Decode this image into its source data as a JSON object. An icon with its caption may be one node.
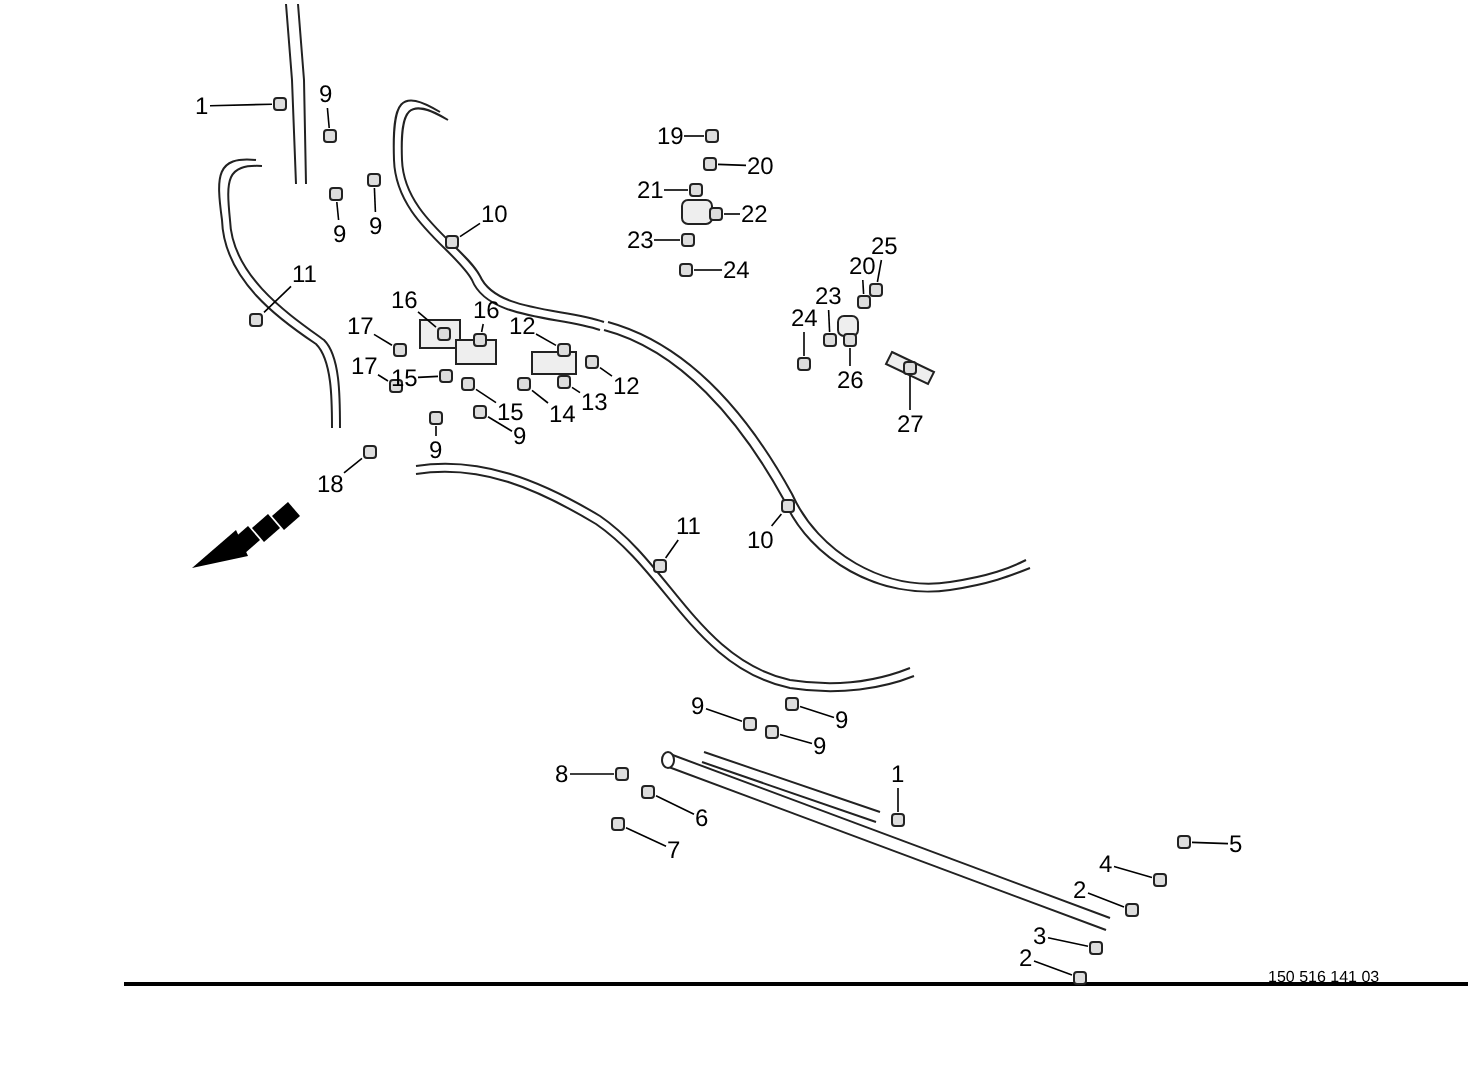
{
  "diagram": {
    "nodes": [
      {
        "text": [
          "1"
        ]
      },
      {
        "text": [
          "9"
        ]
      },
      {
        "text": [
          "9"
        ]
      },
      {
        "text": [
          "9"
        ]
      },
      {
        "text": [
          "10"
        ]
      },
      {
        "text": [
          "11"
        ]
      },
      {
        "text": [
          "16"
        ]
      },
      {
        "text": [
          "16"
        ]
      },
      {
        "text": [
          "17"
        ]
      },
      {
        "text": [
          "12"
        ]
      },
      {
        "text": [
          "12"
        ]
      },
      {
        "text": [
          "17"
        ]
      },
      {
        "text": [
          "15"
        ]
      },
      {
        "text": [
          "15"
        ]
      },
      {
        "text": [
          "14"
        ]
      },
      {
        "text": [
          "13"
        ]
      },
      {
        "text": [
          "9"
        ]
      },
      {
        "text": [
          "9"
        ]
      },
      {
        "text": [
          "18"
        ]
      },
      {
        "text": [
          "19"
        ]
      },
      {
        "text": [
          "20"
        ]
      },
      {
        "text": [
          "21"
        ]
      },
      {
        "text": [
          "22"
        ]
      },
      {
        "text": [
          "23"
        ]
      },
      {
        "text": [
          "24"
        ]
      },
      {
        "text": [
          "25"
        ]
      },
      {
        "text": [
          "20"
        ]
      },
      {
        "text": [
          "23"
        ]
      },
      {
        "text": [
          "24"
        ]
      },
      {
        "text": [
          "26"
        ]
      },
      {
        "text": [
          "27"
        ]
      },
      {
        "text": [
          "11"
        ]
      },
      {
        "text": [
          "10"
        ]
      },
      {
        "text": [
          "9"
        ]
      },
      {
        "text": [
          "9"
        ]
      },
      {
        "text": [
          "9"
        ]
      },
      {
        "text": [
          "8"
        ]
      },
      {
        "text": [
          "1"
        ]
      },
      {
        "text": [
          "6"
        ]
      },
      {
        "text": [
          "7"
        ]
      },
      {
        "text": [
          "5"
        ]
      },
      {
        "text": [
          "4"
        ]
      },
      {
        "text": [
          "2"
        ]
      },
      {
        "text": [
          "3"
        ]
      },
      {
        "text": [
          "2"
        ]
      },
      {
        "text": [],
        "shape": "box"
      },
      {
        "text": [],
        "shape": "box"
      },
      {
        "text": [],
        "shape": "box"
      },
      {
        "text": [],
        "shape": "box"
      },
      {
        "text": [],
        "shape": "box"
      },
      {
        "text": [],
        "shape": "box"
      },
      {
        "text": [],
        "shape": "box"
      },
      {
        "text": [],
        "shape": "box"
      },
      {
        "text": [],
        "shape": "box"
      },
      {
        "text": [],
        "shape": "box"
      },
      {
        "text": [],
        "shape": "box"
      },
      {
        "text": [],
        "shape": "box"
      },
      {
        "text": [],
        "shape": "box"
      },
      {
        "text": [],
        "shape": "box"
      },
      {
        "text": [],
        "shape": "box"
      },
      {
        "text": [],
        "shape": "box"
      },
      {
        "text": [],
        "shape": "box"
      },
      {
        "text": [],
        "shape": "box"
      },
      {
        "text": [],
        "shape": "box"
      },
      {
        "text": [],
        "shape": "box"
      },
      {
        "text": [],
        "shape": "box"
      },
      {
        "text": [],
        "shape": "box"
      },
      {
        "text": [],
        "shape": "box"
      },
      {
        "text": [],
        "shape": "box"
      },
      {
        "text": [],
        "shape": "box"
      },
      {
        "text": [],
        "shape": "box"
      },
      {
        "text": [],
        "shape": "box"
      },
      {
        "text": [],
        "shape": "box"
      },
      {
        "text": [],
        "shape": "box"
      },
      {
        "text": [],
        "shape": "box"
      },
      {
        "text": [],
        "shape": "box"
      },
      {
        "text": [],
        "shape": "box"
      },
      {
        "text": [],
        "shape": "box"
      },
      {
        "text": [],
        "shape": "box"
      },
      {
        "text": [],
        "shape": "box"
      },
      {
        "text": [],
        "shape": "box"
      },
      {
        "text": [],
        "shape": "box"
      },
      {
        "text": [],
        "shape": "box"
      },
      {
        "text": [],
        "shape": "box"
      },
      {
        "text": [],
        "shape": "box"
      },
      {
        "text": [],
        "shape": "box"
      },
      {
        "text": [],
        "shape": "box"
      },
      {
        "text": [],
        "shape": "box"
      },
      {
        "text": [],
        "shape": "box"
      },
      {
        "text": [],
        "shape": "box"
      }
    ],
    "edges": [
      {
        "from": 0,
        "to": 45,
        "arrow": "none"
      },
      {
        "from": 1,
        "to": 46,
        "arrow": "none"
      },
      {
        "from": 2,
        "to": 47,
        "arrow": "none"
      },
      {
        "from": 3,
        "to": 48,
        "arrow": "none"
      },
      {
        "from": 4,
        "to": 49,
        "arrow": "none"
      },
      {
        "from": 5,
        "to": 50,
        "arrow": "none"
      },
      {
        "from": 6,
        "to": 51,
        "arrow": "none"
      },
      {
        "from": 7,
        "to": 52,
        "arrow": "none"
      },
      {
        "from": 8,
        "to": 53,
        "arrow": "none"
      },
      {
        "from": 9,
        "to": 54,
        "arrow": "none"
      },
      {
        "from": 10,
        "to": 55,
        "arrow": "none"
      },
      {
        "from": 11,
        "to": 56,
        "arrow": "none"
      },
      {
        "from": 12,
        "to": 57,
        "arrow": "none"
      },
      {
        "from": 13,
        "to": 58,
        "arrow": "none"
      },
      {
        "from": 14,
        "to": 59,
        "arrow": "none"
      },
      {
        "from": 15,
        "to": 60,
        "arrow": "none"
      },
      {
        "from": 16,
        "to": 61,
        "arrow": "none"
      },
      {
        "from": 17,
        "to": 62,
        "arrow": "none"
      },
      {
        "from": 18,
        "to": 63,
        "arrow": "none"
      },
      {
        "from": 19,
        "to": 64,
        "arrow": "none"
      },
      {
        "from": 20,
        "to": 65,
        "arrow": "none"
      },
      {
        "from": 21,
        "to": 66,
        "arrow": "none"
      },
      {
        "from": 22,
        "to": 67,
        "arrow": "none"
      },
      {
        "from": 23,
        "to": 68,
        "arrow": "none"
      },
      {
        "from": 24,
        "to": 69,
        "arrow": "none"
      },
      {
        "from": 25,
        "to": 70,
        "arrow": "none"
      },
      {
        "from": 26,
        "to": 71,
        "arrow": "none"
      },
      {
        "from": 27,
        "to": 72,
        "arrow": "none"
      },
      {
        "from": 28,
        "to": 73,
        "arrow": "none"
      },
      {
        "from": 29,
        "to": 74,
        "arrow": "none"
      },
      {
        "from": 30,
        "to": 75,
        "arrow": "none"
      },
      {
        "from": 31,
        "to": 76,
        "arrow": "none"
      },
      {
        "from": 32,
        "to": 77,
        "arrow": "none"
      },
      {
        "from": 33,
        "to": 78,
        "arrow": "none"
      },
      {
        "from": 34,
        "to": 79,
        "arrow": "none"
      },
      {
        "from": 35,
        "to": 80,
        "arrow": "none"
      },
      {
        "from": 36,
        "to": 81,
        "arrow": "none"
      },
      {
        "from": 37,
        "to": 82,
        "arrow": "none"
      },
      {
        "from": 38,
        "to": 83,
        "arrow": "none"
      },
      {
        "from": 39,
        "to": 84,
        "arrow": "none"
      },
      {
        "from": 40,
        "to": 85,
        "arrow": "none"
      },
      {
        "from": 41,
        "to": 86,
        "arrow": "none"
      },
      {
        "from": 42,
        "to": 87,
        "arrow": "none"
      },
      {
        "from": 43,
        "to": 88,
        "arrow": "none"
      },
      {
        "from": 44,
        "to": 89,
        "arrow": "none"
      }
    ],
    "labels": [
      "150 516 141 03"
    ]
  }
}
